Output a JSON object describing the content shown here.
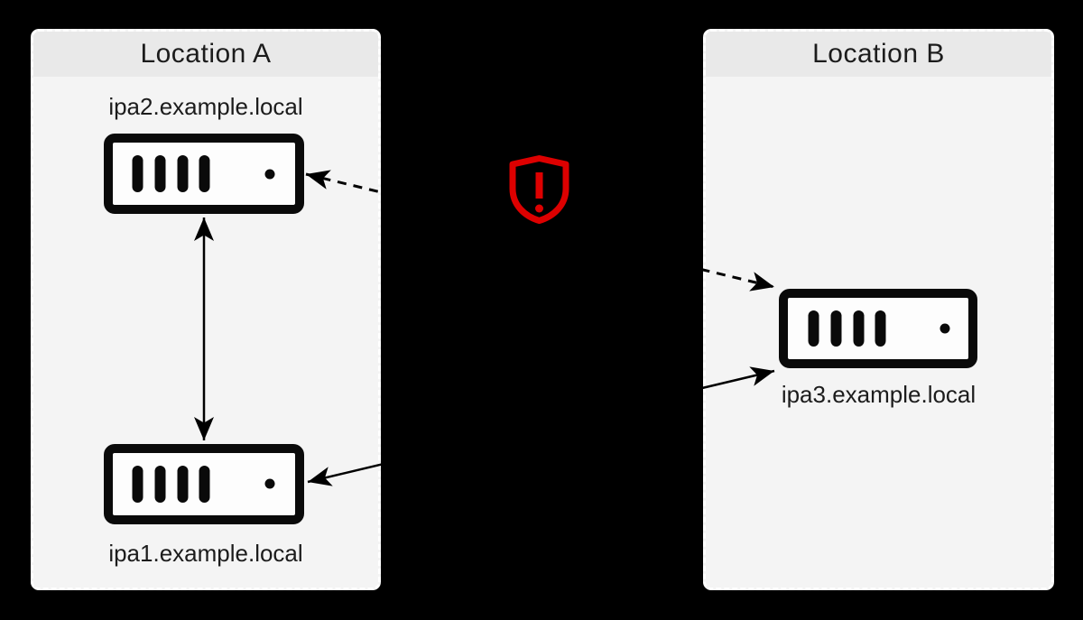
{
  "locations": [
    {
      "id": "location-a",
      "title": "Location A"
    },
    {
      "id": "location-b",
      "title": "Location B"
    }
  ],
  "servers": [
    {
      "id": "ipa2",
      "label": "ipa2.example.local",
      "location": "Location A",
      "icon": "server-icon"
    },
    {
      "id": "ipa1",
      "label": "ipa1.example.local",
      "location": "Location A",
      "icon": "server-icon"
    },
    {
      "id": "ipa3",
      "label": "ipa3.example.local",
      "location": "Location B",
      "icon": "server-icon"
    }
  ],
  "connections": [
    {
      "from": "ipa2",
      "to": "ipa1",
      "style": "solid",
      "bidirectional": true
    },
    {
      "from": "ipa1",
      "to": "ipa3",
      "style": "solid",
      "bidirectional": true
    },
    {
      "from": "ipa2",
      "to": "ipa3",
      "style": "dashed",
      "bidirectional": true
    }
  ],
  "warning": {
    "icon": "warning-shield-icon",
    "color": "#dd0000"
  },
  "colors": {
    "background": "#000000",
    "box_body": "#f4f4f4",
    "box_header": "#e9e9e9",
    "box_border": "#ffffff",
    "line": "#000000",
    "server_fill": "#fdfdfd",
    "text": "#1c1c1c"
  }
}
